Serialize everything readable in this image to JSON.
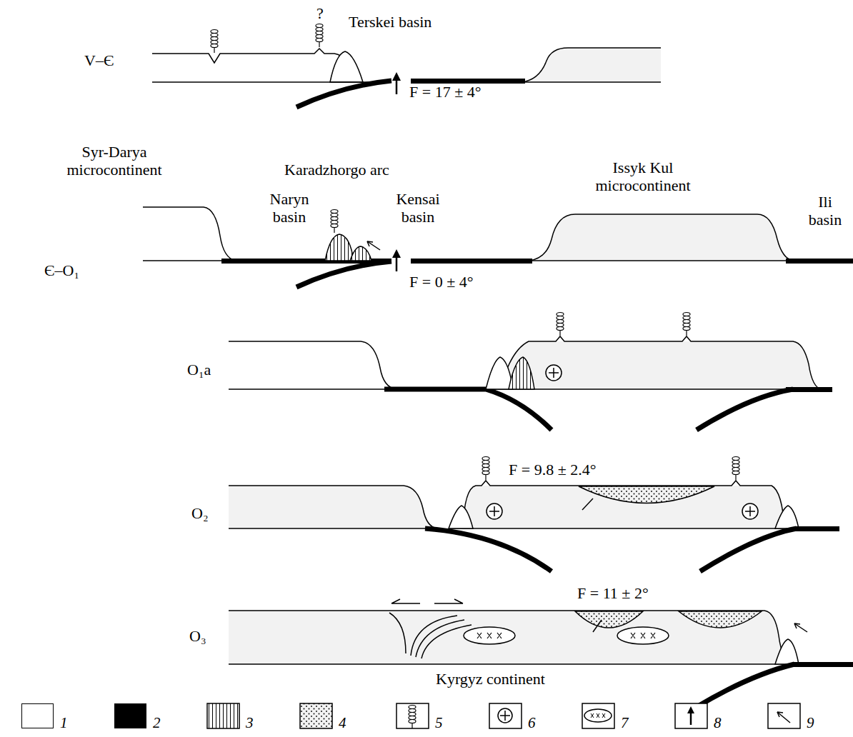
{
  "diagram": {
    "labels": [
      "V–Є",
      "?",
      "Terskei basin",
      "F = 17 ± 4°",
      "Syr-Darya microcontinent",
      "Karadzhorgo arc",
      "Issyk Kul microcontinent",
      "Naryn basin",
      "Kensai basin",
      "Ili basin",
      "Є–O₁",
      "F = 0 ± 4°",
      "O₁a",
      "F = 9.8 ± 2.4°",
      "O₂",
      "F = 11 ± 2°",
      "O₃",
      "Kyrgyz continent"
    ],
    "legend": [
      {
        "text": "1",
        "color": "#ffffff"
      },
      {
        "text": "2",
        "color": "#000000"
      },
      {
        "text": "3"
      },
      {
        "text": "4"
      },
      {
        "text": "5"
      },
      {
        "text": "6"
      },
      {
        "text": "7"
      },
      {
        "text": "8"
      },
      {
        "text": "9"
      }
    ]
  }
}
